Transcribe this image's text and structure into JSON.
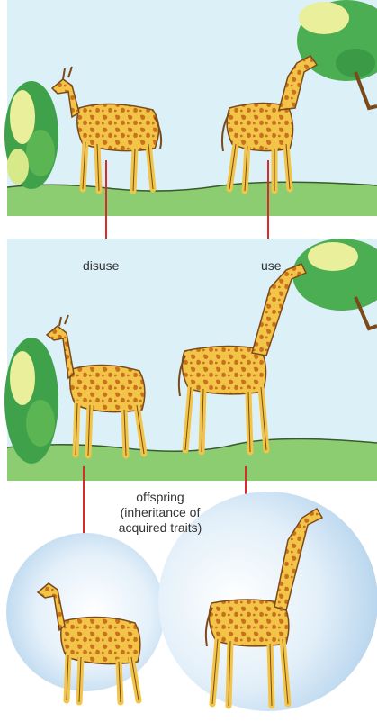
{
  "labels": {
    "disuse": "disuse",
    "use": "use",
    "offspring_line1": "offspring",
    "offspring_line2": "(inheritance of",
    "offspring_line3": "acquired traits)"
  },
  "colors": {
    "sky": "#dcf0f8",
    "grass": "#8ccd72",
    "arrow": "#d92b2b",
    "giraffe_body": "#f2c447",
    "giraffe_spots": "#c9711e",
    "giraffe_outline": "#7a4a1a",
    "bush": "#3fa24a",
    "bush_light": "#e9ef9a",
    "circle_edge": "#b9d6ee"
  }
}
